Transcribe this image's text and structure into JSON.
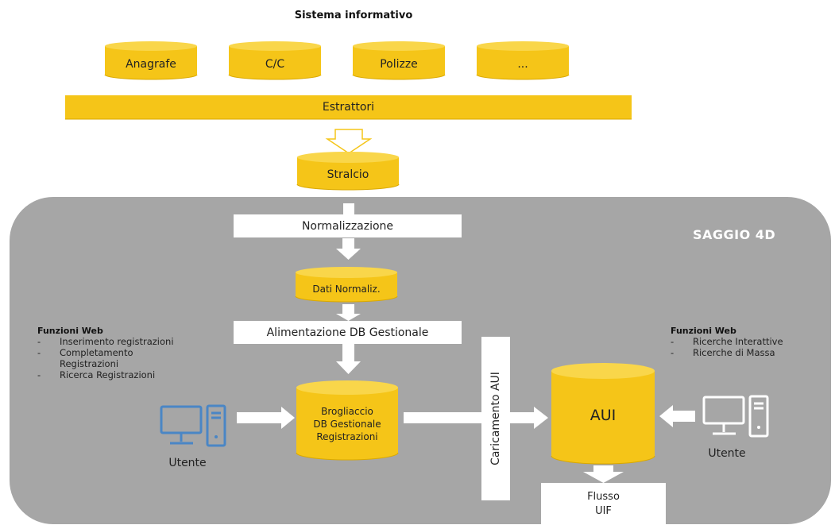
{
  "header": {
    "title": "Sistema informativo"
  },
  "sources": [
    {
      "label": "Anagrafe"
    },
    {
      "label": "C/C"
    },
    {
      "label": "Polizze"
    },
    {
      "label": "..."
    }
  ],
  "extractors": {
    "label": "Estrattori"
  },
  "stralcio": {
    "label": "Stralcio"
  },
  "system": {
    "name": "SAGGIO 4D"
  },
  "steps": {
    "normalization": "Normalizzazione",
    "normalized_data": "Dati Normaliz.",
    "feeding": "Alimentazione DB Gestionale",
    "loading": "Caricamento AUI"
  },
  "db_gestionale": {
    "lines": [
      "Brogliaccio",
      "DB Gestionale",
      "Registrazioni"
    ]
  },
  "aui": {
    "label": "AUI"
  },
  "flusso": {
    "lines": [
      "Flusso",
      "UIF"
    ]
  },
  "left_panel": {
    "title": "Funzioni Web",
    "items": [
      "Inserimento registrazioni",
      "Completamento Registrazioni",
      "Ricerca Registrazioni"
    ]
  },
  "right_panel": {
    "title": "Funzioni Web",
    "items": [
      "Ricerche Interattive",
      "Ricerche di Massa"
    ]
  },
  "users": {
    "left_label": "Utente",
    "right_label": "Utente"
  },
  "colors": {
    "accent": "#F5C518",
    "accent_dark": "#D9A800",
    "panel": "#A6A6A6",
    "arrow_outline": "#F5C518",
    "icon_blue": "#4A86C5"
  }
}
